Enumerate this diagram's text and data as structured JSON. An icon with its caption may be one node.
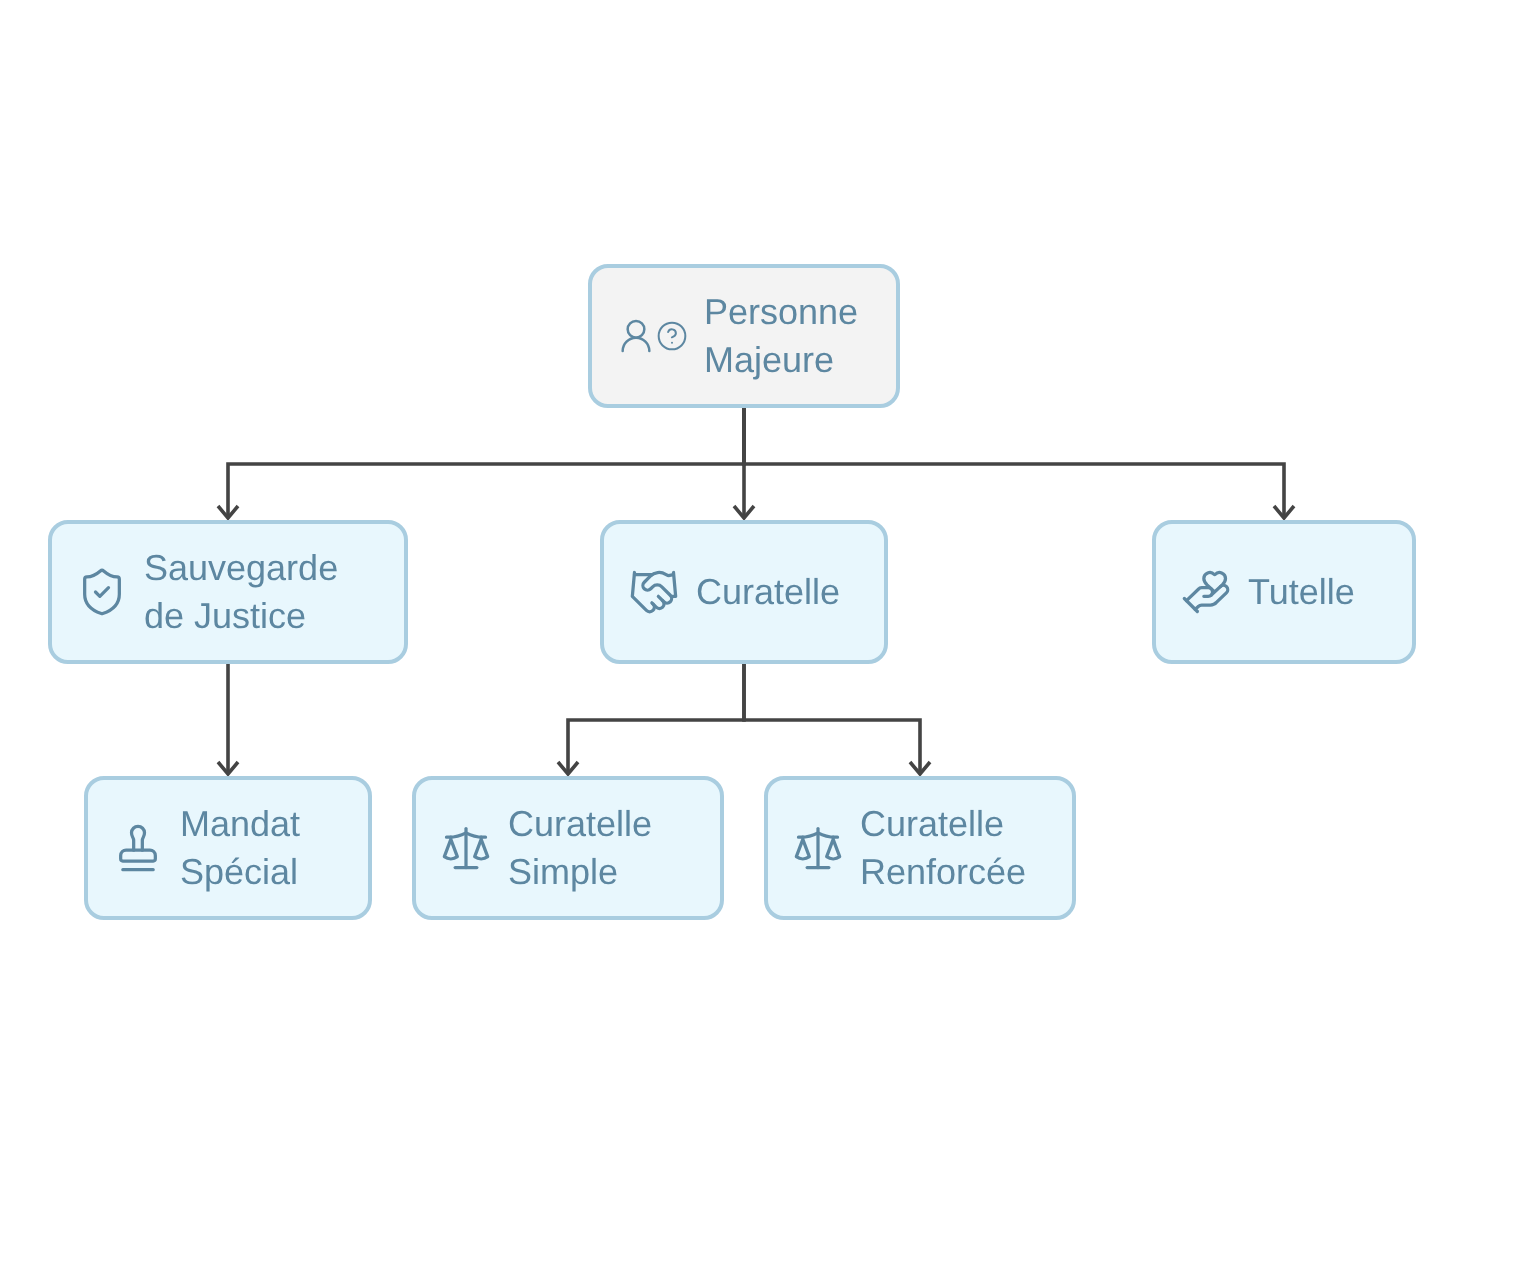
{
  "diagram": {
    "nodes": [
      {
        "text": [
          "Personne Majeure"
        ]
      },
      {
        "text": [
          "Sauvegarde de Justice"
        ]
      },
      {
        "text": [
          "Curatelle"
        ]
      },
      {
        "text": [
          "Tutelle"
        ]
      },
      {
        "text": [
          "Mandat Spécial"
        ]
      },
      {
        "text": [
          "Curatelle Simple"
        ]
      },
      {
        "text": [
          "Curatelle Renforcée"
        ]
      }
    ],
    "edges": [
      {
        "from": 0,
        "to": 1,
        "arrow": "to"
      },
      {
        "from": 0,
        "to": 2,
        "arrow": "to"
      },
      {
        "from": 0,
        "to": 3,
        "arrow": "to"
      },
      {
        "from": 1,
        "to": 4,
        "arrow": "to"
      },
      {
        "from": 2,
        "to": 5,
        "arrow": "to"
      },
      {
        "from": 2,
        "to": 6,
        "arrow": "to"
      }
    ]
  }
}
